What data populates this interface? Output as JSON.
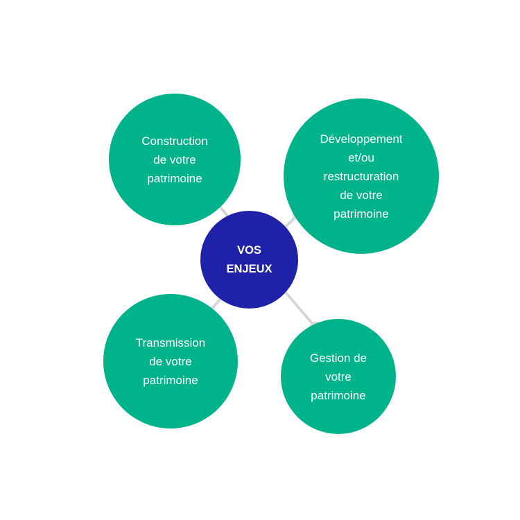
{
  "colors": {
    "outer": "#00b38a",
    "center": "#1f22a9",
    "connector": "#d6d6d6",
    "text": "#ffffff"
  },
  "center": {
    "label": "VOS\nENJEUX"
  },
  "items": [
    {
      "label": "Construction\nde votre\npatrimoine"
    },
    {
      "label": "Développement\net/ou\nrestructuration\nde votre\npatrimoine"
    },
    {
      "label": "Transmission\nde votre\npatrimoine"
    },
    {
      "label": "Gestion de\nvotre\npatrimoine"
    }
  ]
}
